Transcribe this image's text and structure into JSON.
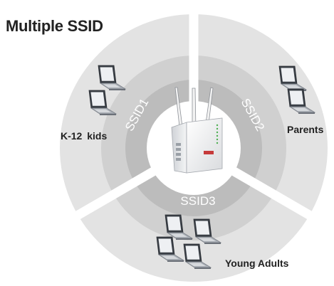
{
  "title": "Multiple SSID",
  "segments": [
    {
      "ssid": "SSID1",
      "group": "K-12  kids"
    },
    {
      "ssid": "SSID2",
      "group": "Parents"
    },
    {
      "ssid": "SSID3",
      "group": "Young Adults"
    }
  ],
  "colors": {
    "outer_ring": "#e3e3e3",
    "middle_ring": "#d0d0d0",
    "inner_ring": "#bcbcbc",
    "divider": "#ffffff",
    "center": "#ffffff",
    "label_text": "#222222",
    "ssid_text": "#ffffff"
  },
  "icons": {
    "device": "wireless-router-icon",
    "clients": "laptop-icon"
  }
}
